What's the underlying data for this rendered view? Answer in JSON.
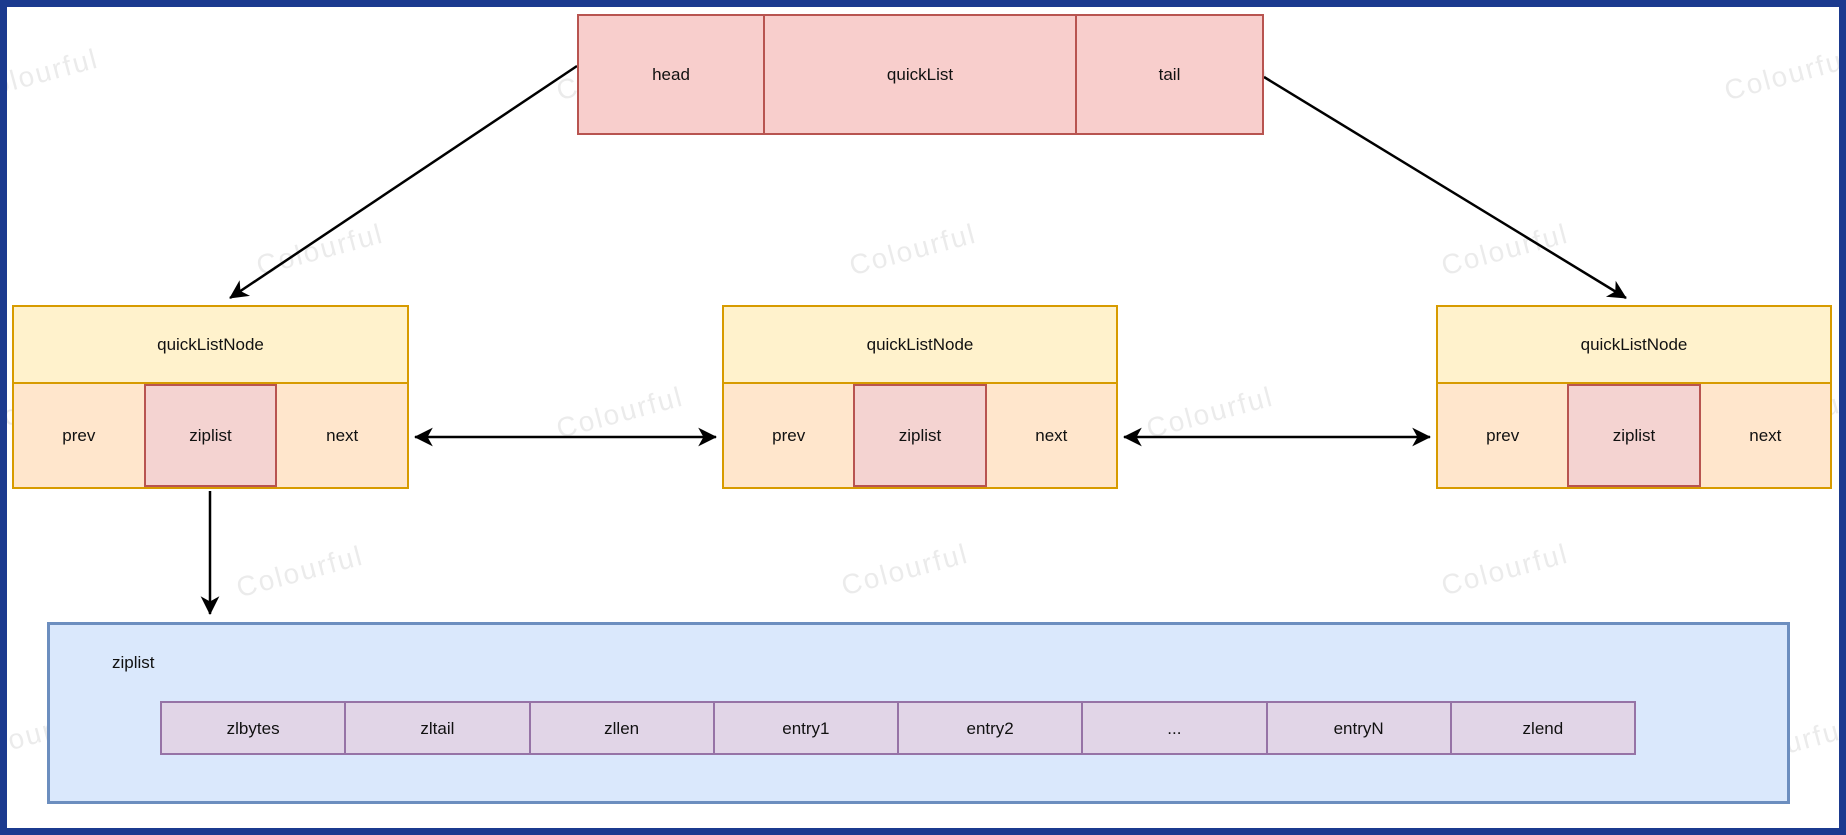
{
  "watermark": {
    "text": "Colourful"
  },
  "colors": {
    "frame_border": "#1b3a8f",
    "quicklist_fill": "#f8cecc",
    "quicklist_stroke": "#b85450",
    "node_header_fill": "#fff2cc",
    "node_stroke": "#d79b00",
    "node_cell_fill": "#ffe6cc",
    "node_ziplist_cell_fill": "#f4d3d1",
    "ziplist_container_fill": "#dae8fc",
    "ziplist_container_stroke": "#6c8ebf",
    "ziplist_cell_fill": "#e1d5e7",
    "ziplist_cell_stroke": "#9673a6",
    "arrow": "#000000"
  },
  "quicklist": {
    "cells": [
      "head",
      "quickList",
      "tail"
    ]
  },
  "nodes": [
    {
      "title": "quickListNode",
      "cells": [
        "prev",
        "ziplist",
        "next"
      ]
    },
    {
      "title": "quickListNode",
      "cells": [
        "prev",
        "ziplist",
        "next"
      ]
    },
    {
      "title": "quickListNode",
      "cells": [
        "prev",
        "ziplist",
        "next"
      ]
    }
  ],
  "ziplist": {
    "label": "ziplist",
    "cells": [
      "zlbytes",
      "zltail",
      "zllen",
      "entry1",
      "entry2",
      "...",
      "entryN",
      "zlend"
    ]
  }
}
